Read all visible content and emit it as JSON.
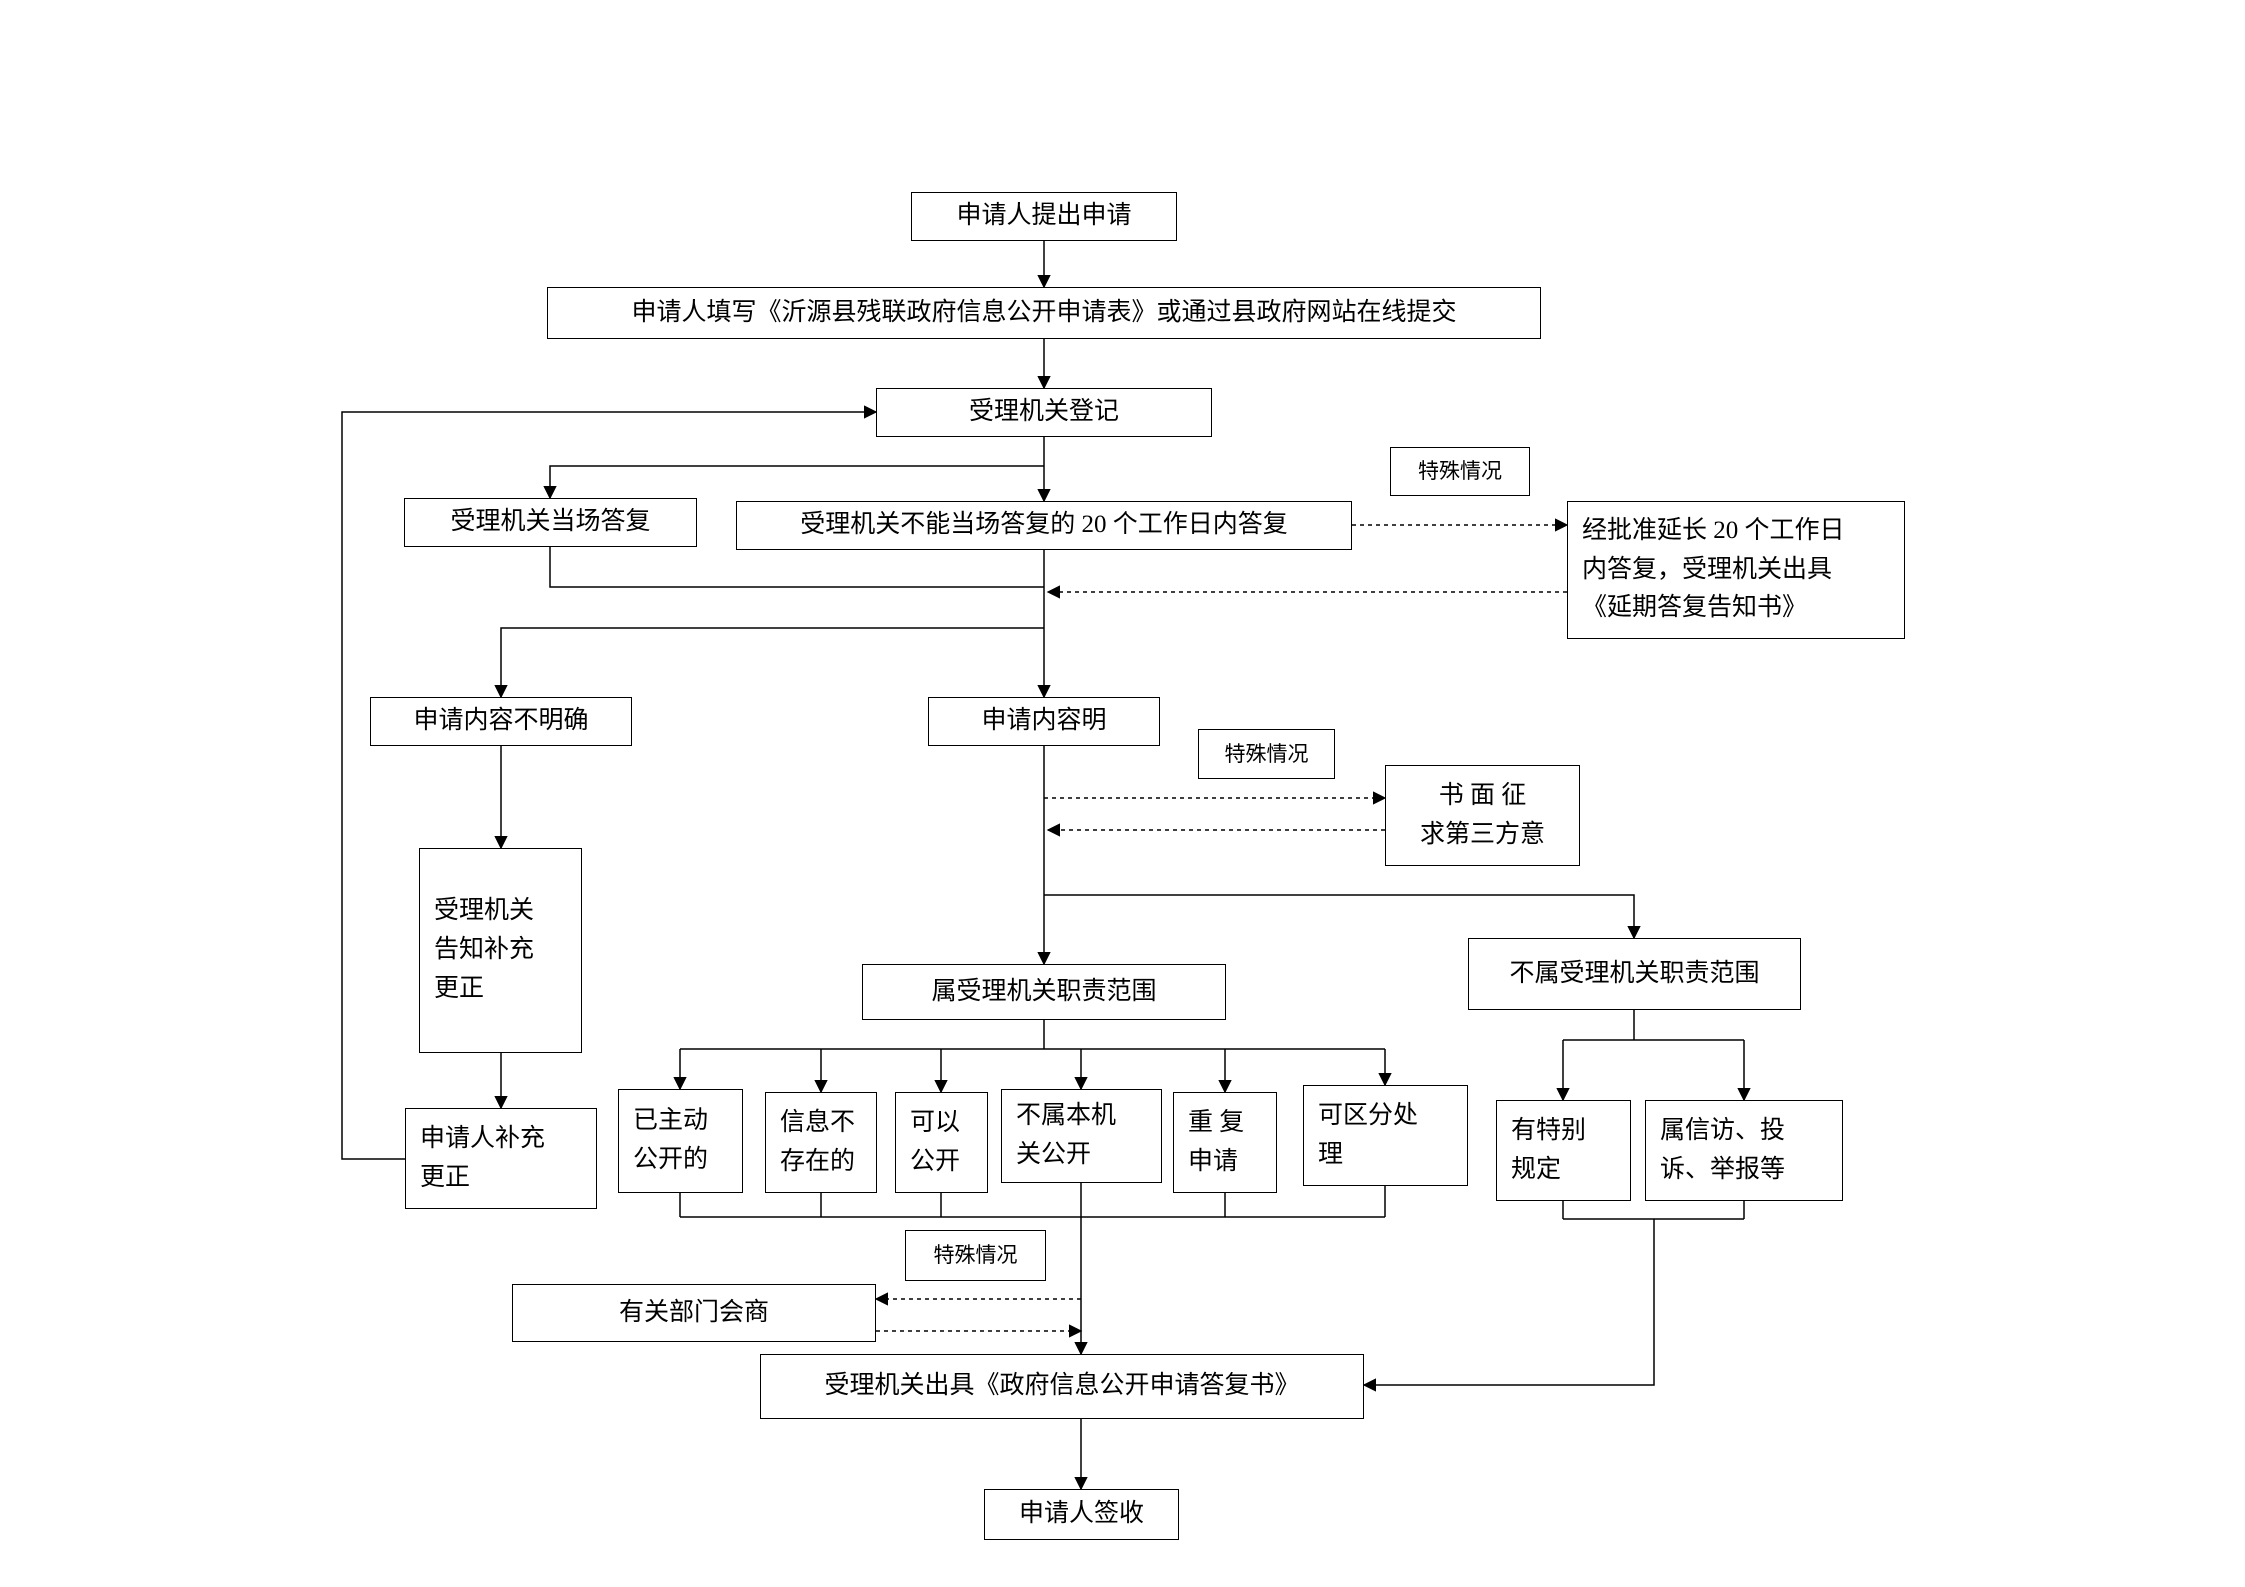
{
  "nodes": {
    "apply": "申请人提出申请",
    "fill_form": "申请人填写《沂源县残联政府信息公开申请表》或通过县政府网站在线提交",
    "register": "受理机关登记",
    "onspot": "受理机关当场答复",
    "days20": "受理机关不能当场答复的 20 个工作日内答复",
    "special1": "特殊情况",
    "extend": "经批准延长 20 个工作日\n内答复，受理机关出具\n《延期答复告知书》",
    "unclear": "申请内容不明确",
    "clear": "申请内容明",
    "special2": "特殊情况",
    "third_party": "书 面 征\n求第三方意",
    "notify_supplement": "受理机关\n告知补充\n更正",
    "in_scope": "属受理机关职责范围",
    "out_scope": "不属受理机关职责范围",
    "supplement": "申请人补充\n更正",
    "already_public": "已主动\n公开的",
    "not_exist": "信息不\n存在的",
    "can_public": "可以\n公开",
    "not_this_org": "不属本机\n关公开",
    "repeat": "重 复\n申请",
    "separable": "可区分处\n理",
    "special_rule": "有特别\n规定",
    "petition": "属信访、投\n诉、举报等",
    "special3": "特殊情况",
    "consult": "有关部门会商",
    "reply": "受理机关出具《政府信息公开申请答复书》",
    "sign": "申请人签收"
  },
  "style": {
    "line_color": "#000000",
    "box_border_color": "#000000",
    "background_color": "#ffffff"
  }
}
